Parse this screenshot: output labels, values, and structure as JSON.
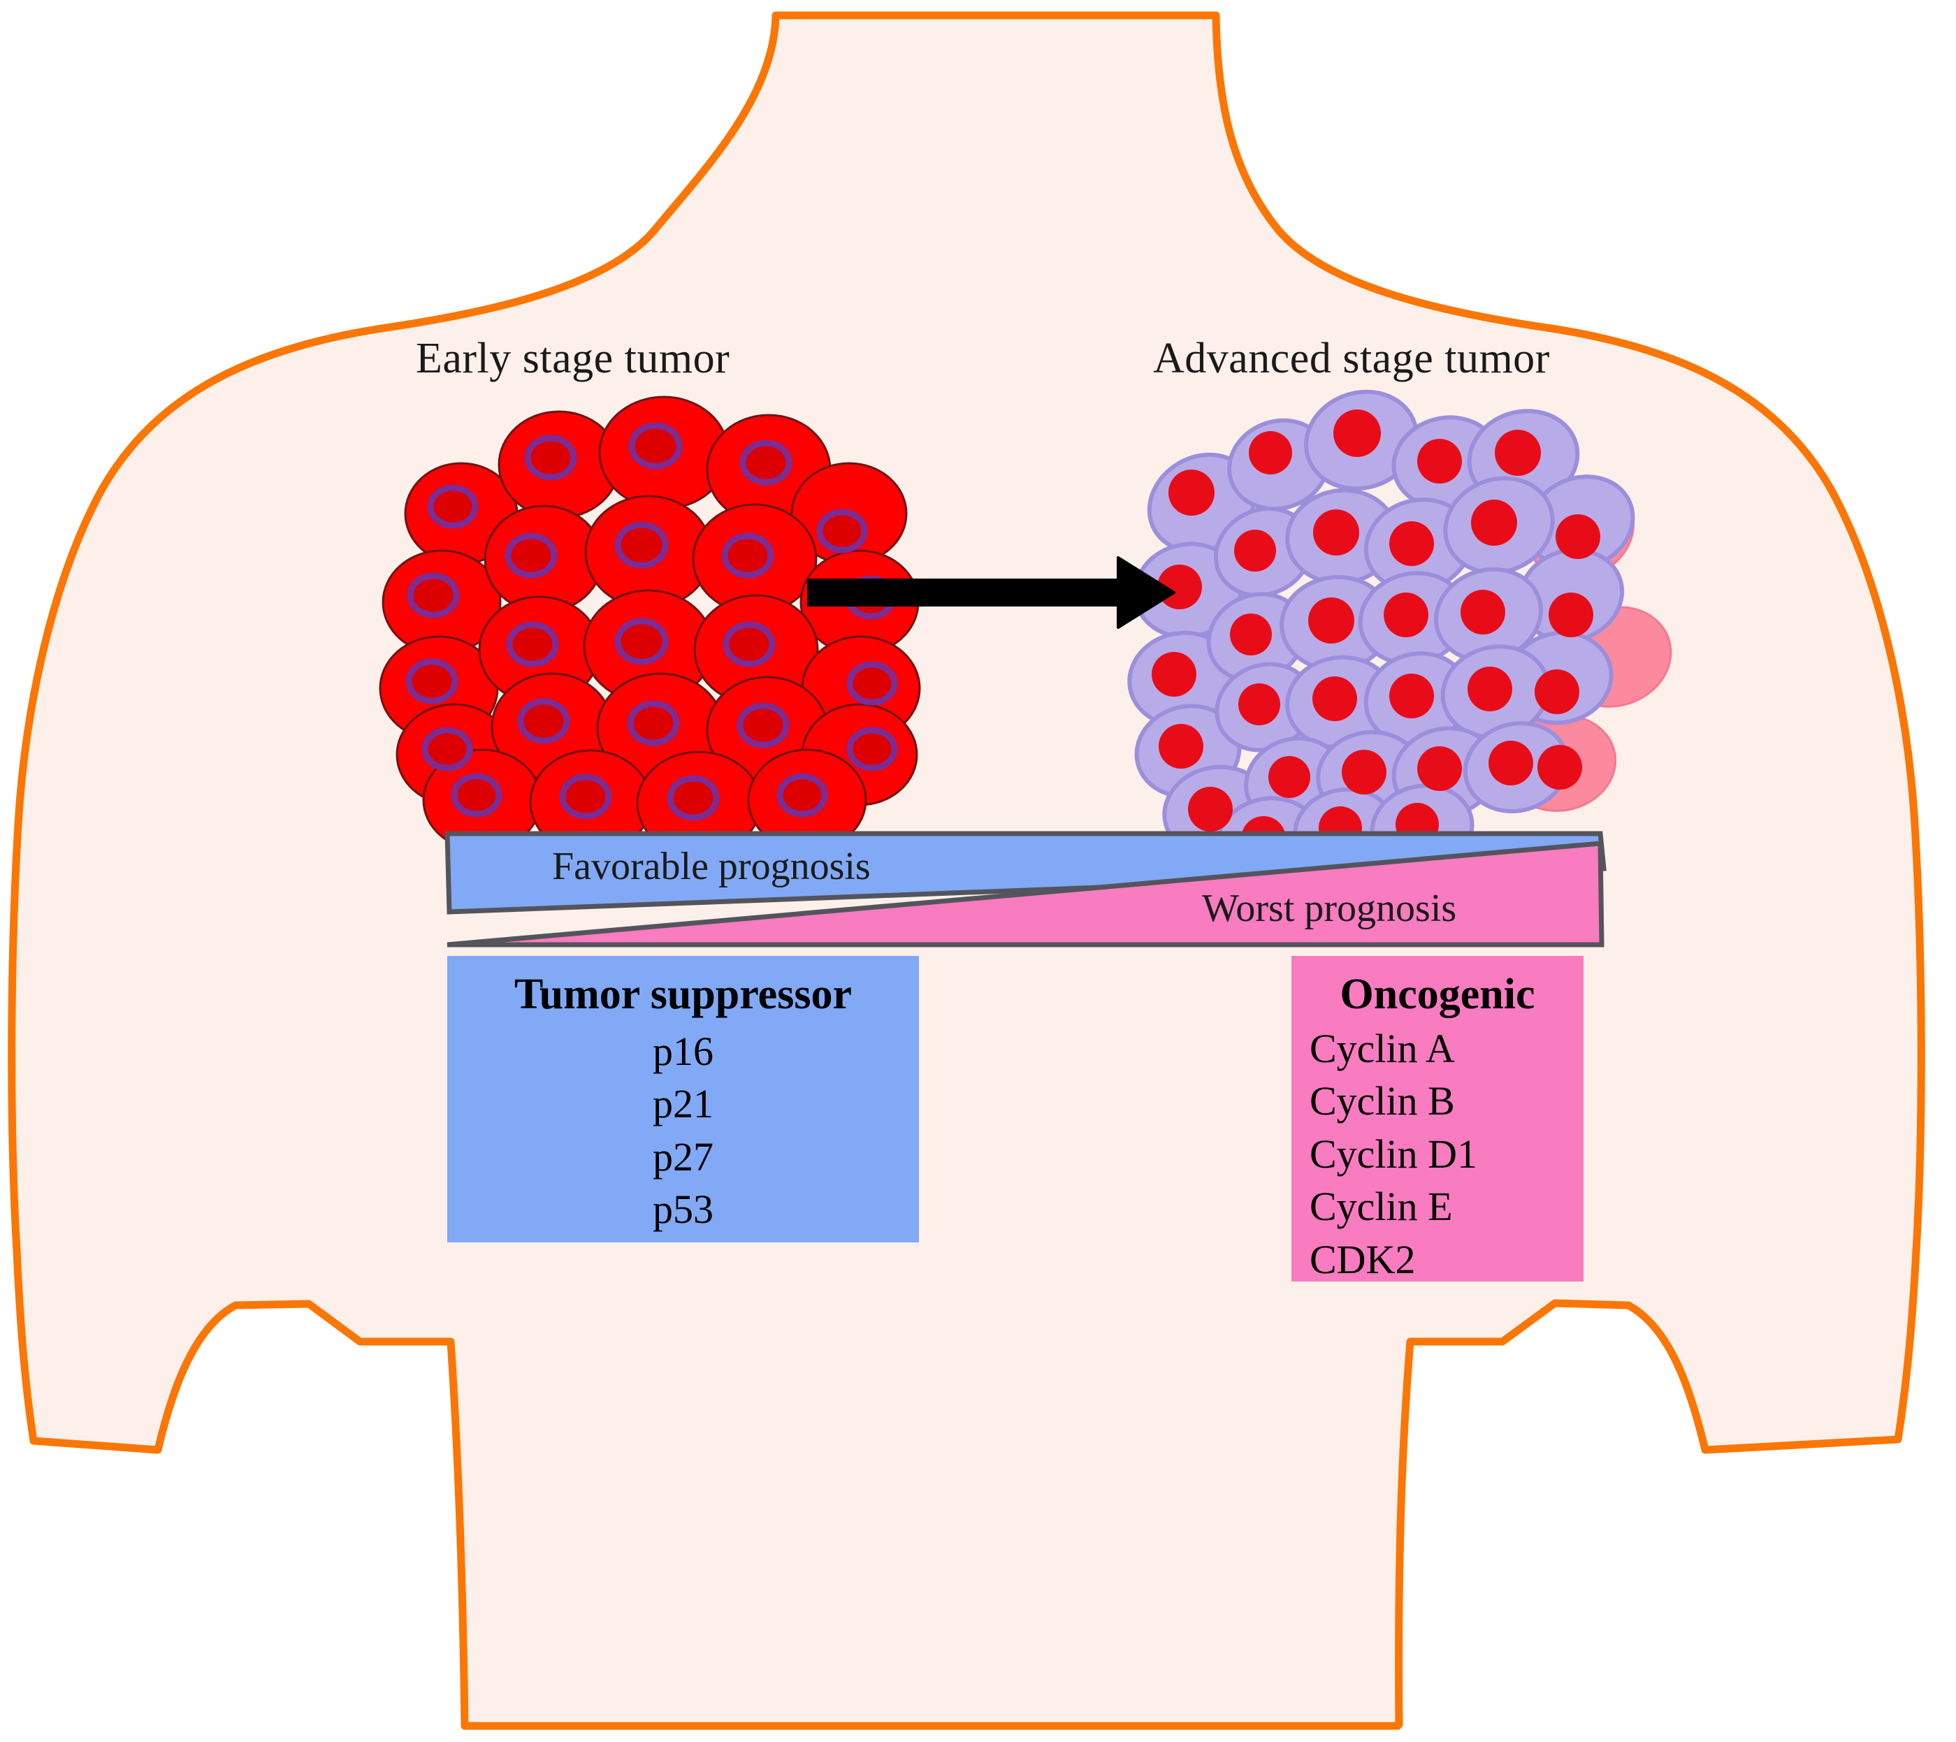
{
  "figure": {
    "type": "biomedical-schematic",
    "subject": "tumor progression and prognosis in a human torso silhouette"
  },
  "colors": {
    "body_outline": "#FB7604",
    "body_fill": "#FDF0EA",
    "early_cell": "#FF0000",
    "early_nucleus": "#E00000",
    "early_nucleus_ring": "#8B2F8B",
    "advanced_cell": "#B7ACE8",
    "advanced_cell_edge": "#9B8FDC",
    "advanced_nucleus": "#E80C18",
    "escaping_cell": "#FB8A9E",
    "favorable": "#81A9F5",
    "worst": "#F97BC0",
    "arrow": "#000000",
    "wedge_edge": "#4A4A4A"
  },
  "labels": {
    "early_stage": "Early stage tumor",
    "advanced_stage": "Advanced stage tumor"
  },
  "prognosis": {
    "favorable": "Favorable prognosis",
    "worst": "Worst prognosis"
  },
  "tumor_suppressor": {
    "title": "Tumor suppressor",
    "items": [
      "p16",
      "p21",
      "p27",
      "p53"
    ]
  },
  "oncogenic": {
    "title": "Oncogenic",
    "items": [
      "Cyclin A",
      "Cyclin B",
      "Cyclin D1",
      "Cyclin E",
      "CDK2"
    ]
  },
  "icons": {
    "progression_arrow": "arrow-right-icon",
    "early_cluster": "tumor-cell-cluster-icon",
    "advanced_cluster": "tumor-cell-cluster-icon",
    "body": "human-torso-icon"
  }
}
